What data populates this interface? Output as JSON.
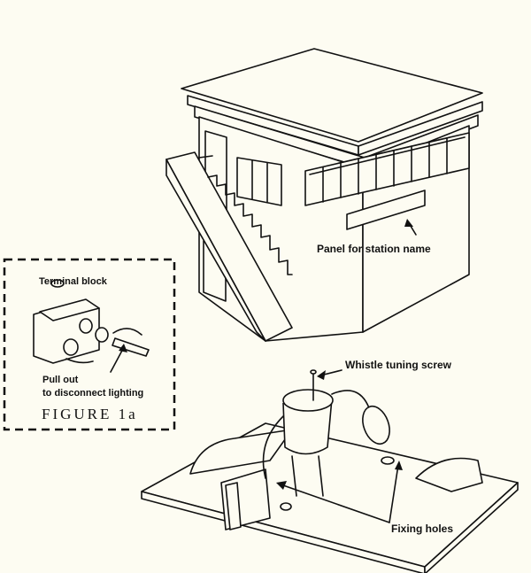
{
  "labels": {
    "panel": "Panel for station name",
    "terminal_block": "Terminal block",
    "pull_out_1": "Pull out",
    "pull_out_2": "to disconnect lighting",
    "figure": "FIGURE 1a",
    "whistle": "Whistle tuning screw",
    "fixing": "Fixing holes"
  }
}
